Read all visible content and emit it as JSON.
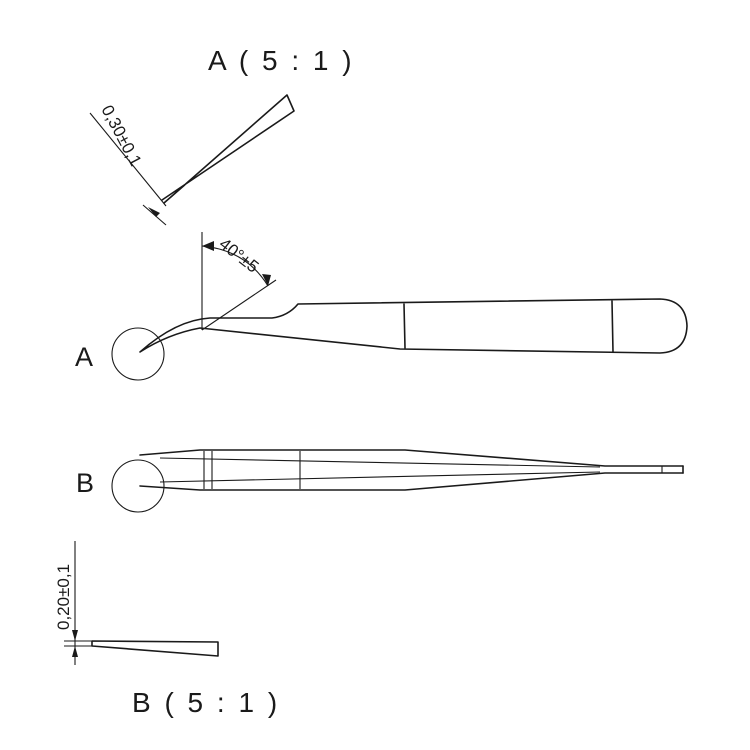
{
  "detail_a": {
    "title": "A ( 5 : 1 )",
    "tip_thickness": "0,30±0,1"
  },
  "view_a": {
    "label": "A",
    "bend_angle": "40°±5"
  },
  "view_b": {
    "label": "B"
  },
  "detail_b": {
    "title": "B ( 5 : 1 )",
    "tip_thickness": "0,20±0,1"
  }
}
